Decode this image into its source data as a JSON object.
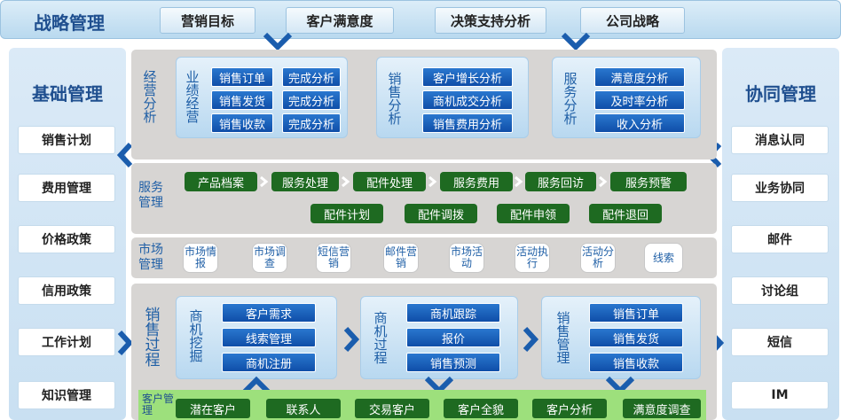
{
  "top": {
    "title": "战略管理",
    "tabs": [
      "营销目标",
      "客户满意度",
      "决策支持分析",
      "公司战略"
    ]
  },
  "left": {
    "title": "基础管理",
    "items": [
      "销售计划",
      "费用管理",
      "价格政策",
      "信用政策",
      "工作计划",
      "知识管理"
    ]
  },
  "right": {
    "title": "协同管理",
    "items": [
      "消息认同",
      "业务协同",
      "邮件",
      "讨论组",
      "短信",
      "IM"
    ]
  },
  "ops": {
    "label": "经营分析",
    "perf": {
      "label": "业绩经营",
      "rows": [
        [
          "销售订单",
          "完成分析"
        ],
        [
          "销售发货",
          "完成分析"
        ],
        [
          "销售收款",
          "完成分析"
        ]
      ]
    },
    "sales": {
      "label": "销售分析",
      "items": [
        "客户增长分析",
        "商机成交分析",
        "销售费用分析"
      ]
    },
    "service": {
      "label": "服务分析",
      "items": [
        "满意度分析",
        "及时率分析",
        "收入分析"
      ]
    }
  },
  "svc": {
    "label": "服务管理",
    "row1": [
      "产品档案",
      "服务处理",
      "配件处理",
      "服务费用",
      "服务回访",
      "服务预警"
    ],
    "row2": [
      "配件计划",
      "配件调拨",
      "配件申领",
      "配件退回"
    ]
  },
  "market": {
    "label": "市场管理",
    "items": [
      "市场情报",
      "市场调查",
      "短信营销",
      "邮件营销",
      "市场活动",
      "活动执行",
      "活动分析",
      "线索"
    ]
  },
  "process": {
    "label": "销售过程",
    "mining": {
      "label": "商机挖掘",
      "items": [
        "客户需求",
        "线索管理",
        "商机注册"
      ]
    },
    "opp": {
      "label": "商机过程",
      "items": [
        "商机跟踪",
        "报价",
        "销售预测"
      ]
    },
    "mgmt": {
      "label": "销售管理",
      "items": [
        "销售订单",
        "销售发货",
        "销售收款"
      ]
    }
  },
  "customer": {
    "label": "客户管理",
    "items": [
      "潜在客户",
      "联系人",
      "交易客户",
      "客户全貌",
      "客户分析",
      "满意度调查"
    ]
  },
  "colors": {
    "accent_blue": "#1f4f8f",
    "button_blue": "#1553ad",
    "button_green": "#1e6a21",
    "panel_gray": "#d7d5d3",
    "customer_green": "#9de07c"
  }
}
